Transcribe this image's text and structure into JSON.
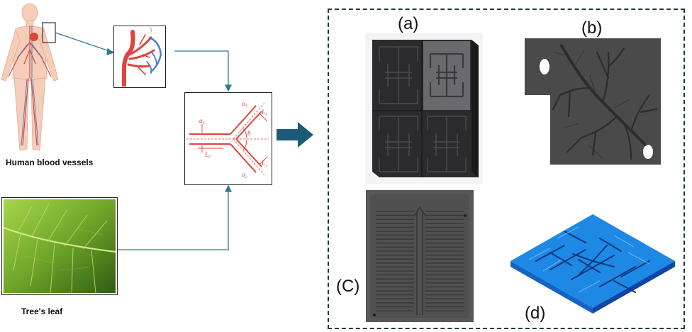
{
  "left": {
    "human_label": "Human blood vessels",
    "leaf_label": "Tree's leaf"
  },
  "schematic": {
    "labels": {
      "a0": "a₀",
      "l0": "L₀",
      "a1": "a₁",
      "l1": "L₁",
      "a2": "a₂",
      "l2": "L₂",
      "theta": "θ"
    }
  },
  "panels": {
    "a": "(a)",
    "b": "(b)",
    "c": "(C)",
    "d": "(d)"
  },
  "colors": {
    "vessel_red": "#e0443a",
    "vein_blue": "#4d7fc9",
    "connector_teal": "#2e7b8c",
    "arrow_navy": "#1c5a7a",
    "dash_border": "#1f3d36",
    "leaf_green": "#6fa52a",
    "plate_dark": "#3c3c3e",
    "model_blue": "#1e88e5"
  }
}
